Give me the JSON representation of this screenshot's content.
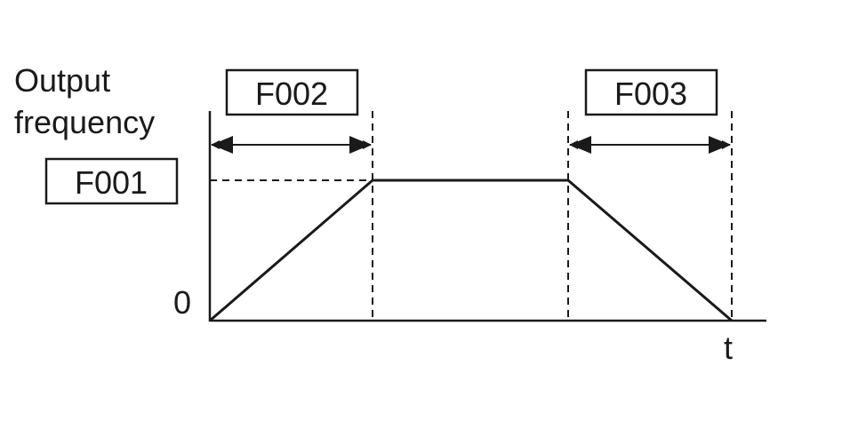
{
  "y_axis_label_line1": "Output",
  "y_axis_label_line2": "frequency",
  "x_axis_label": "t",
  "origin_label": "0",
  "boxes": {
    "f001": "F001",
    "f002": "F002",
    "f003": "F003"
  },
  "colors": {
    "ink": "#1a1a1a",
    "background": "#ffffff"
  }
}
